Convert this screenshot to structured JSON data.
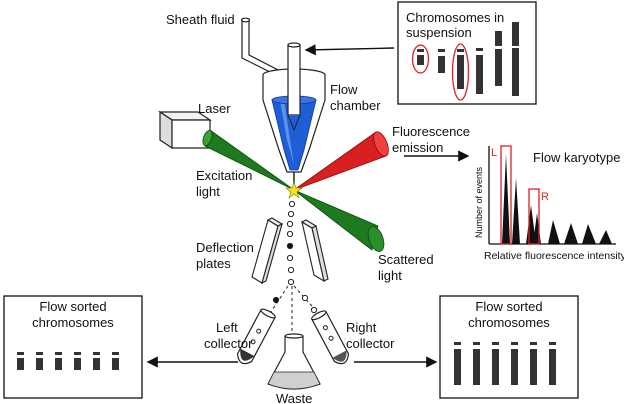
{
  "labels": {
    "sheath_fluid": "Sheath fluid",
    "flow_chamber_1": "Flow",
    "flow_chamber_2": "chamber",
    "laser": "Laser",
    "excitation_1": "Excitation",
    "excitation_2": "light",
    "fluorescence_1": "Fluorescence",
    "fluorescence_2": "emission",
    "deflection_1": "Deflection",
    "deflection_2": "plates",
    "scattered_1": "Scattered",
    "scattered_2": "light",
    "left_collector_1": "Left",
    "left_collector_2": "collector",
    "right_collector_1": "Right",
    "right_collector_2": "collector",
    "waste": "Waste"
  },
  "suspension_box": {
    "title_1": "Chromosomes in",
    "title_2": "suspension"
  },
  "karyotype": {
    "title": "Flow karyotype",
    "ylabel": "Number of events",
    "xlabel": "Relative  fluorescence intensity",
    "marker_l": "L",
    "marker_r": "R"
  },
  "left_box": {
    "title_1": "Flow sorted",
    "title_2": "chromosomes"
  },
  "right_box": {
    "title_1": "Flow sorted",
    "title_2": "chromosomes"
  },
  "colors": {
    "fluid_blue": "#1f5fd6",
    "excitation_green": "#1e7a1e",
    "emission_red": "#d92020",
    "marker_red": "#e02020",
    "chromosome": "#333333"
  }
}
